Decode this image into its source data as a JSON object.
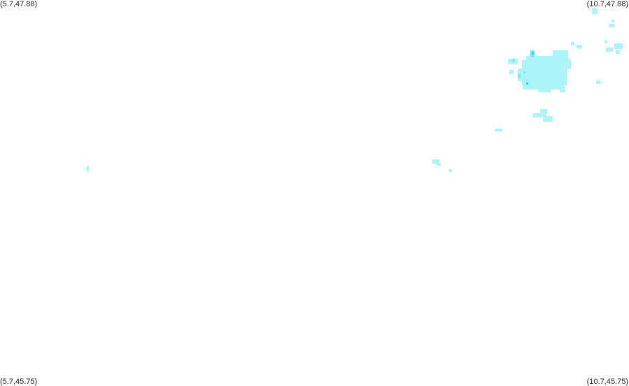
{
  "map": {
    "corner_labels": {
      "top_left": "(5.7,47.88)",
      "top_right": "(10.7,47.88)",
      "bottom_left": "(5.7,45.75)",
      "bottom_right": "(10.7,45.75)"
    },
    "colors": {
      "background": "#ffffff",
      "precip_light": "#aaf5fa",
      "precip_mid": "#7ee9f6",
      "precip_strong": "#3cc8ee"
    }
  }
}
